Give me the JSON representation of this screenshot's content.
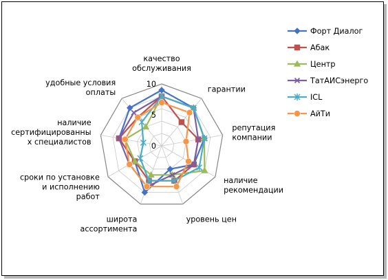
{
  "chart_data": {
    "type": "radar",
    "categories": [
      "качество обслуживания",
      "гарантии",
      "репутация компании",
      "наличие рекомендации",
      "уровень цен",
      "широта ассортимента",
      "сроки по установке и исполнению работ",
      "наличие сертифицированных специалистов",
      "удобные условия оплаты"
    ],
    "category_labels": [
      [
        "качество",
        "обслуживания"
      ],
      [
        "гарантии"
      ],
      [
        "репутация",
        "компании"
      ],
      [
        "наличие",
        "рекомендации"
      ],
      [
        "уровень цен"
      ],
      [
        "широта",
        "ассортимента"
      ],
      [
        "сроки по установке",
        "и исполнению",
        "работ"
      ],
      [
        "наличие",
        "сертифицированны",
        "х специалистов"
      ],
      [
        "удобные условия",
        "оплаты"
      ]
    ],
    "radial_axis": {
      "min": 0,
      "max": 10,
      "ticks": [
        0,
        5,
        10
      ]
    },
    "grid": true,
    "legend_position": "right",
    "series": [
      {
        "name": "Форт Диалог",
        "color": "#4472C4",
        "marker": "diamond",
        "values": [
          9,
          8,
          7,
          6,
          4,
          8,
          5,
          7,
          8
        ]
      },
      {
        "name": "Абак",
        "color": "#C0504D",
        "marker": "square",
        "values": [
          8,
          5,
          6,
          6,
          6,
          6,
          5,
          7,
          6
        ]
      },
      {
        "name": "Центр",
        "color": "#9BBB59",
        "marker": "triangle",
        "values": [
          8,
          8,
          7,
          8,
          5,
          5,
          5,
          6,
          4
        ]
      },
      {
        "name": "ТатАИСэнерго",
        "color": "#7B5EA3",
        "marker": "x",
        "values": [
          8,
          8,
          6,
          6,
          5,
          7,
          6,
          7,
          7
        ]
      },
      {
        "name": "ICL",
        "color": "#4BACC6",
        "marker": "star",
        "values": [
          8,
          8,
          7,
          7,
          6,
          6,
          4,
          3,
          5
        ]
      },
      {
        "name": "АйТи",
        "color": "#F79646",
        "marker": "circle",
        "values": [
          7,
          7,
          4,
          5,
          7,
          7,
          6,
          6,
          6
        ]
      }
    ]
  }
}
